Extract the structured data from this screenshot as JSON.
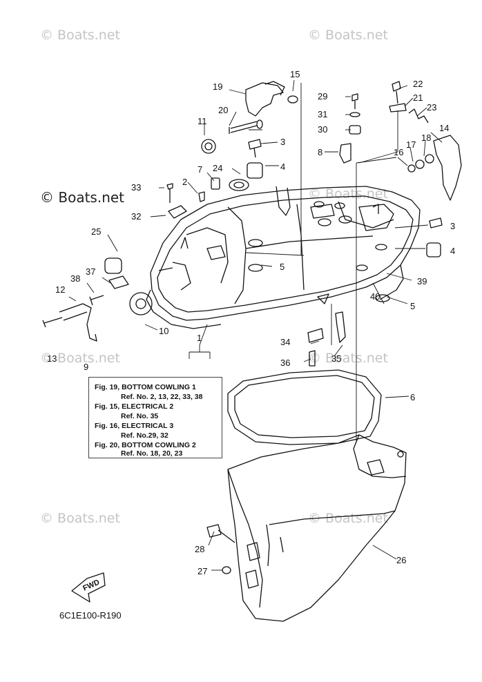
{
  "watermarks": [
    "© Boats.net",
    "© Boats.net",
    "© Boats.net",
    "© Boats.net",
    "© Boats.net",
    "© Boats.net",
    "© Boats.net"
  ],
  "watermark_main": "© Boats.net",
  "fwd_label": "FWD",
  "diagram_code": "6C1E100-R190",
  "reference_box": [
    "Fig. 19, BOTTOM COWLING 1",
    "Ref. No. 2, 13, 22, 33, 38",
    "Fig. 15, ELECTRICAL 2",
    "Ref. No. 35",
    "Fig. 16, ELECTRICAL 3",
    "Ref. No.29, 32",
    "Fig. 20, BOTTOM COWLING 2",
    "Ref. No. 18, 20, 23"
  ],
  "callouts": [
    "1",
    "2",
    "3",
    "3",
    "4",
    "4",
    "5",
    "5",
    "6",
    "7",
    "8",
    "9",
    "10",
    "11",
    "12",
    "13",
    "14",
    "15",
    "16",
    "17",
    "18",
    "19",
    "20",
    "21",
    "22",
    "23",
    "24",
    "25",
    "26",
    "27",
    "28",
    "29",
    "30",
    "31",
    "32",
    "33",
    "34",
    "35",
    "36",
    "37",
    "38",
    "39",
    "40"
  ]
}
